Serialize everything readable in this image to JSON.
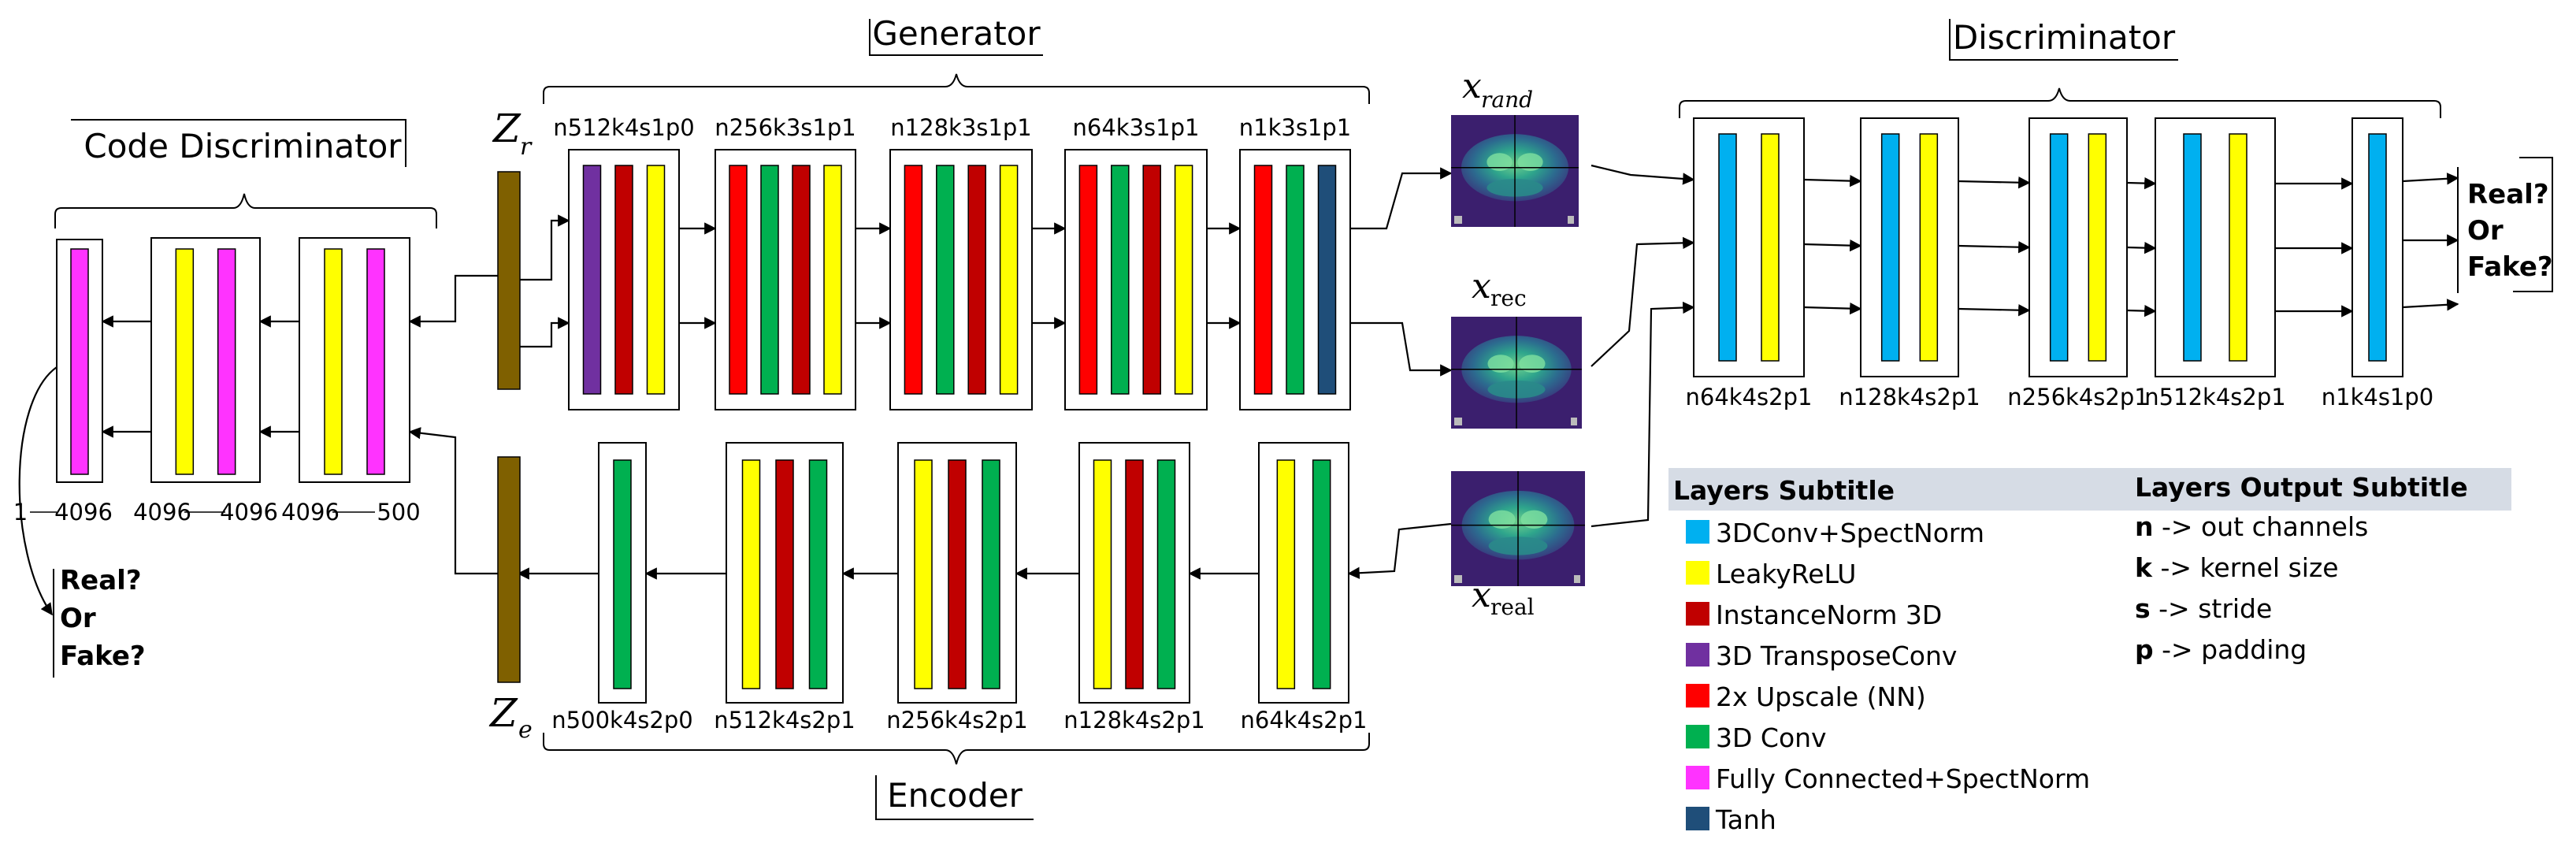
{
  "titles": {
    "code_discriminator": "Code Discriminator",
    "generator": "Generator",
    "discriminator": "Discriminator",
    "encoder": "Encoder"
  },
  "latents": {
    "z_r": {
      "base": "Z",
      "sub": "r"
    },
    "z_e": {
      "base": "Z",
      "sub": "e"
    }
  },
  "images": {
    "x_rand": {
      "base": "x",
      "sub": "rand"
    },
    "x_rec": {
      "base": "x",
      "sub": "rec"
    },
    "x_real": {
      "base": "x",
      "sub": "real"
    }
  },
  "generator_layers": [
    {
      "label": "n512k4s1p0",
      "bars": [
        "transpose",
        "instnorm",
        "leaky"
      ]
    },
    {
      "label": "n256k3s1p1",
      "bars": [
        "upscale",
        "conv",
        "instnorm",
        "leaky"
      ]
    },
    {
      "label": "n128k3s1p1",
      "bars": [
        "upscale",
        "conv",
        "instnorm",
        "leaky"
      ]
    },
    {
      "label": "n64k3s1p1",
      "bars": [
        "upscale",
        "conv",
        "instnorm",
        "leaky"
      ]
    },
    {
      "label": "n1k3s1p1",
      "bars": [
        "upscale",
        "conv",
        "tanh"
      ]
    }
  ],
  "encoder_layers": [
    {
      "label": "n500k4s2p0",
      "bars": [
        "conv"
      ]
    },
    {
      "label": "n512k4s2p1",
      "bars": [
        "leaky",
        "instnorm",
        "conv"
      ]
    },
    {
      "label": "n256k4s2p1",
      "bars": [
        "leaky",
        "instnorm",
        "conv"
      ]
    },
    {
      "label": "n128k4s2p1",
      "bars": [
        "leaky",
        "instnorm",
        "conv"
      ]
    },
    {
      "label": "n64k4s2p1",
      "bars": [
        "leaky",
        "conv"
      ]
    }
  ],
  "discriminator_layers": [
    {
      "label": "n64k4s2p1",
      "bars": [
        "spectconv",
        "leaky"
      ]
    },
    {
      "label": "n128k4s2p1",
      "bars": [
        "spectconv",
        "leaky"
      ]
    },
    {
      "label": "n256k4s2p1",
      "bars": [
        "spectconv",
        "leaky"
      ]
    },
    {
      "label": "n512k4s2p1",
      "bars": [
        "spectconv",
        "leaky"
      ]
    },
    {
      "label": "n1k4s1p0",
      "bars": [
        "spectconv"
      ]
    }
  ],
  "code_discriminator_layers": [
    {
      "bars": [
        "fc"
      ],
      "dims": [
        "1",
        "4096"
      ]
    },
    {
      "bars": [
        "leaky",
        "fc"
      ],
      "dims": [
        "4096",
        "4096"
      ]
    },
    {
      "bars": [
        "leaky",
        "fc"
      ],
      "dims": [
        "4096",
        "500"
      ]
    }
  ],
  "real_or_fake": {
    "line1": "Real?",
    "line2": "Or",
    "line3": "Fake?"
  },
  "legend": {
    "layers_title": "Layers Subtitle",
    "outputs_title": "Layers Output Subtitle",
    "items": [
      {
        "key": "spectconv",
        "label": "3DConv+SpectNorm",
        "color": "#00b0f0"
      },
      {
        "key": "leaky",
        "label": "LeakyReLU",
        "color": "#ffff00"
      },
      {
        "key": "instnorm",
        "label": "InstanceNorm 3D",
        "color": "#c00000"
      },
      {
        "key": "transpose",
        "label": "3D TransposeConv",
        "color": "#7030a0"
      },
      {
        "key": "upscale",
        "label": "2x Upscale (NN)",
        "color": "#ff0000"
      },
      {
        "key": "conv",
        "label": "3D Conv",
        "color": "#00b050"
      },
      {
        "key": "fc",
        "label": "Fully Connected+SpectNorm",
        "color": "#ff33ff"
      },
      {
        "key": "tanh",
        "label": "Tanh",
        "color": "#1f4e79"
      }
    ],
    "outputs": [
      {
        "key": "n",
        "desc": " -> out channels"
      },
      {
        "key": "k",
        "desc": " -> kernel size"
      },
      {
        "key": "s",
        "desc": " -> stride"
      },
      {
        "key": "p",
        "desc": " -> padding"
      }
    ]
  },
  "colors": {
    "latent_bar": "#7f6000",
    "legend_header_bg": "#d6dce5"
  }
}
